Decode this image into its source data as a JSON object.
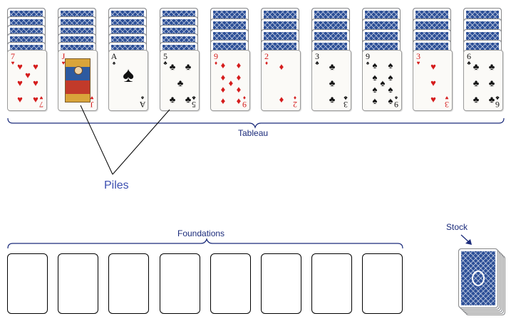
{
  "labels": {
    "tableau": "Tableau",
    "piles": "Piles",
    "foundations": "Foundations",
    "stock": "Stock"
  },
  "colors": {
    "label_text": "#1a2a7a",
    "piles_text": "#3c4fb0",
    "card_back": "#2c4f97",
    "red_suit": "#d51c1c",
    "black_suit": "#111111"
  },
  "tableau": [
    {
      "facedown_count": 5,
      "top_card": {
        "rank": "7",
        "suit": "hearts",
        "symbol": "♥",
        "color": "red"
      }
    },
    {
      "facedown_count": 5,
      "top_card": {
        "rank": "J",
        "suit": "hearts",
        "symbol": "♥",
        "color": "red"
      }
    },
    {
      "facedown_count": 5,
      "top_card": {
        "rank": "A",
        "suit": "spades",
        "symbol": "♠",
        "color": "black"
      }
    },
    {
      "facedown_count": 5,
      "top_card": {
        "rank": "5",
        "suit": "clubs",
        "symbol": "♣",
        "color": "black"
      }
    },
    {
      "facedown_count": 4,
      "top_card": {
        "rank": "9",
        "suit": "diamonds",
        "symbol": "♦",
        "color": "red"
      }
    },
    {
      "facedown_count": 4,
      "top_card": {
        "rank": "2",
        "suit": "diamonds",
        "symbol": "♦",
        "color": "red"
      }
    },
    {
      "facedown_count": 4,
      "top_card": {
        "rank": "3",
        "suit": "clubs",
        "symbol": "♣",
        "color": "black"
      }
    },
    {
      "facedown_count": 4,
      "top_card": {
        "rank": "9",
        "suit": "spades",
        "symbol": "♠",
        "color": "black"
      }
    },
    {
      "facedown_count": 4,
      "top_card": {
        "rank": "3",
        "suit": "hearts",
        "symbol": "♥",
        "color": "red"
      }
    },
    {
      "facedown_count": 4,
      "top_card": {
        "rank": "6",
        "suit": "clubs",
        "symbol": "♣",
        "color": "black"
      }
    }
  ],
  "foundations": {
    "slot_count": 8,
    "filled_count": 0
  },
  "stock": {
    "visible_card_count": 6
  }
}
